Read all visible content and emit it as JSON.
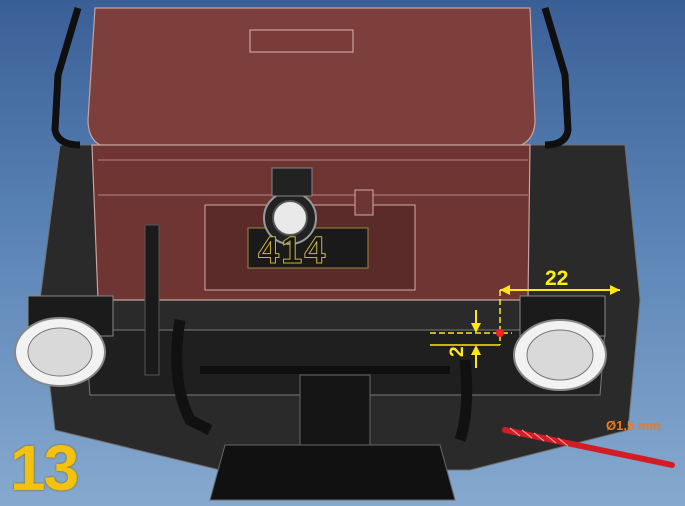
{
  "step_number": "13",
  "plate_number": "414",
  "dimensions": {
    "width_label": "22",
    "height_label": "2"
  },
  "drill_label": "Ø1,5 mm",
  "colors": {
    "body": "#7d3f3b",
    "dimension_line": "#ffe51a",
    "marker": "#ff1d1d",
    "drill": "#d31d24",
    "step_number": "#f2c20e",
    "drill_label": "#ec7a1e",
    "chassis": "#2a2a2a"
  }
}
